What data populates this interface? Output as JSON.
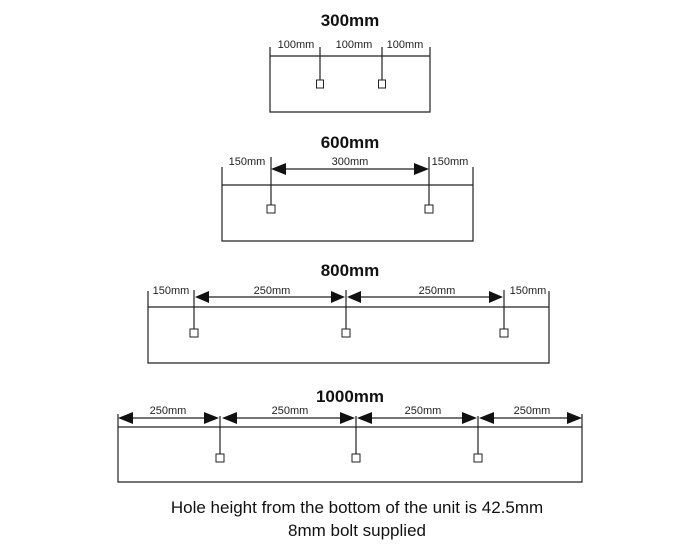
{
  "units": [
    {
      "title": "300mm",
      "labels": [
        "100mm",
        "100mm",
        "100mm"
      ]
    },
    {
      "title": "600mm",
      "labels": [
        "150mm",
        "300mm",
        "150mm"
      ]
    },
    {
      "title": "800mm",
      "labels": [
        "150mm",
        "250mm",
        "250mm",
        "150mm"
      ]
    },
    {
      "title": "1000mm",
      "labels": [
        "250mm",
        "250mm",
        "250mm",
        "250mm"
      ]
    }
  ],
  "footer": {
    "line1": "Hole height from the bottom of the unit is 42.5mm",
    "line2": "8mm bolt supplied"
  }
}
